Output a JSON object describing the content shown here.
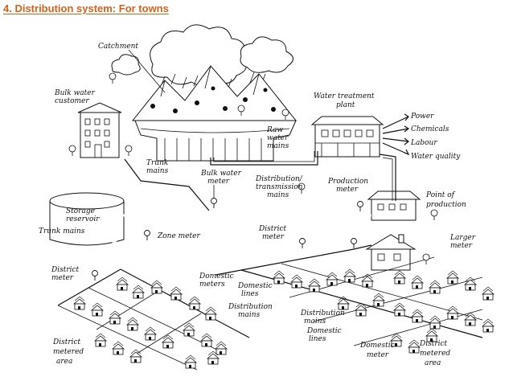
{
  "slide": {
    "title": "4. Distribution system: For towns"
  },
  "diagram": {
    "labels": {
      "catchment": "Catchment",
      "bulk_customer_1": "Bulk water",
      "bulk_customer_2": "customer",
      "raw_mains_1": "Raw",
      "raw_mains_2": "water",
      "raw_mains_3": "mains",
      "treatment_1": "Water treatment",
      "treatment_2": "plant",
      "power": "Power",
      "chemicals": "Chemicals",
      "labour": "Labour",
      "water_quality": "Water quality",
      "trunk_mains_upper_1": "Trunk",
      "trunk_mains_upper_2": "mains",
      "bulk_meter_1": "Bulk water",
      "bulk_meter_2": "meter",
      "distribution_transmission_1": "Distribution/",
      "distribution_transmission_2": "transmission",
      "distribution_transmission_3": "mains",
      "production_meter_1": "Production",
      "production_meter_2": "meter",
      "point_of_production_1": "Point of",
      "point_of_production_2": "production",
      "storage_reservoir_1": "Storage",
      "storage_reservoir_2": "reservoir",
      "zone_meter": "Zone meter",
      "trunk_mains_lower": "Trunk mains",
      "district_meter_mid_1": "District",
      "district_meter_mid_2": "meter",
      "larger_meter_1": "Larger",
      "larger_meter_2": "meter",
      "district_meter_left_1": "District",
      "district_meter_left_2": "meter",
      "domestic_meters_1": "Domestic",
      "domestic_meters_2": "meters",
      "domestic_lines_left_1": "Domestic",
      "domestic_lines_left_2": "lines",
      "distribution_mains_left_1": "Distribution",
      "distribution_mains_left_2": "mains",
      "distribution_mains_right_1": "Distribution",
      "distribution_mains_right_2": "mains",
      "domestic_lines_right_1": "Domestic",
      "domestic_lines_right_2": "lines",
      "domestic_meter_1": "Domestic",
      "domestic_meter_2": "meter",
      "dma_left_1": "District",
      "dma_left_2": "metered",
      "dma_left_3": "area",
      "dma_right_1": "District",
      "dma_right_2": "metered",
      "dma_right_3": "area"
    }
  }
}
